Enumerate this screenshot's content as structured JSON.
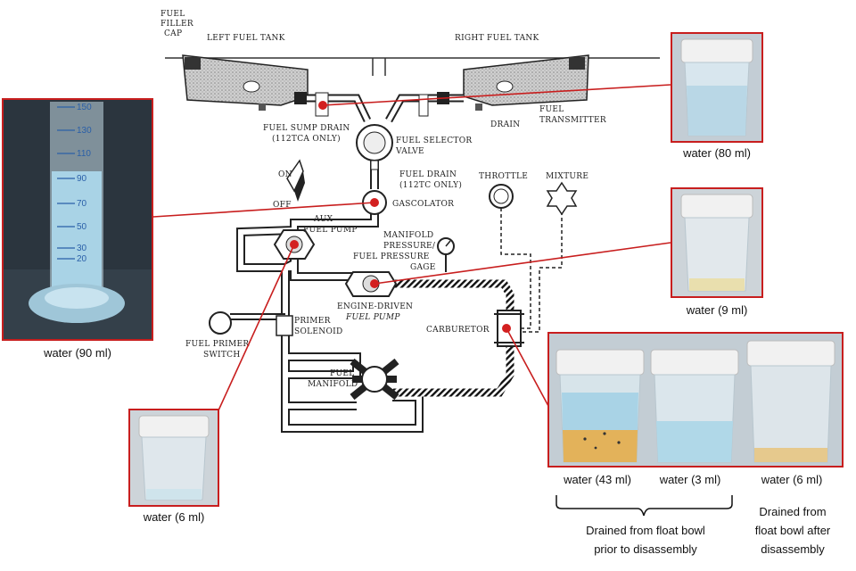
{
  "diagram_labels": {
    "fuel_filler_cap": [
      "FUEL",
      "FILLER",
      "CAP"
    ],
    "left_fuel_tank": "LEFT FUEL TANK",
    "right_fuel_tank": "RIGHT FUEL TANK",
    "fuel_transmitter": [
      "FUEL",
      "TRANSMITTER"
    ],
    "drain": "DRAIN",
    "fuel_sump_drain": [
      "FUEL SUMP DRAIN",
      "(112TCA ONLY)"
    ],
    "fuel_selector_valve": [
      "FUEL SELECTOR",
      "VALVE"
    ],
    "fuel_drain": [
      "FUEL DRAIN",
      "(112TC ONLY)"
    ],
    "throttle": "THROTTLE",
    "mixture": "MIXTURE",
    "on": "ON",
    "off": "OFF",
    "gascolator": "GASCOLATOR",
    "aux_fuel_pump": [
      "AUX",
      "FUEL PUMP"
    ],
    "manifold_pressure_gage": [
      "MANIFOLD",
      "PRESSURE/",
      "FUEL PRESSURE",
      "GAGE"
    ],
    "engine_driven_fuel_pump": [
      "ENGINE-DRIVEN",
      "FUEL PUMP"
    ],
    "carburetor": "CARBURETOR",
    "primer_solenoid": [
      "PRIMER",
      "SOLENOID"
    ],
    "fuel_primer_switch": [
      "FUEL PRIMER",
      "SWITCH"
    ],
    "fuel_manifold": [
      "FUEL",
      "MANIFOLD"
    ]
  },
  "samples": {
    "top_right": "water (80 ml)",
    "cylinder": "water (90 ml)",
    "aux_pump": "water (9 ml)",
    "bottom_left": "water (6 ml)",
    "float_bowl_1": "water (43 ml)",
    "float_bowl_2": "water (3 ml)",
    "float_bowl_3": "water (6 ml)"
  },
  "cylinder_ticks": [
    "150",
    "130",
    "110",
    "90",
    "70",
    "50",
    "30",
    "20"
  ],
  "notes": {
    "prior": [
      "Drained from float bowl",
      "prior to disassembly"
    ],
    "after": [
      "Drained from",
      "float bowl after",
      "disassembly"
    ]
  },
  "colors": {
    "callout": "#c81e1e",
    "marker": "#d32020",
    "water_blue": "#a9d3e6",
    "sediment": "#e3b25a"
  }
}
